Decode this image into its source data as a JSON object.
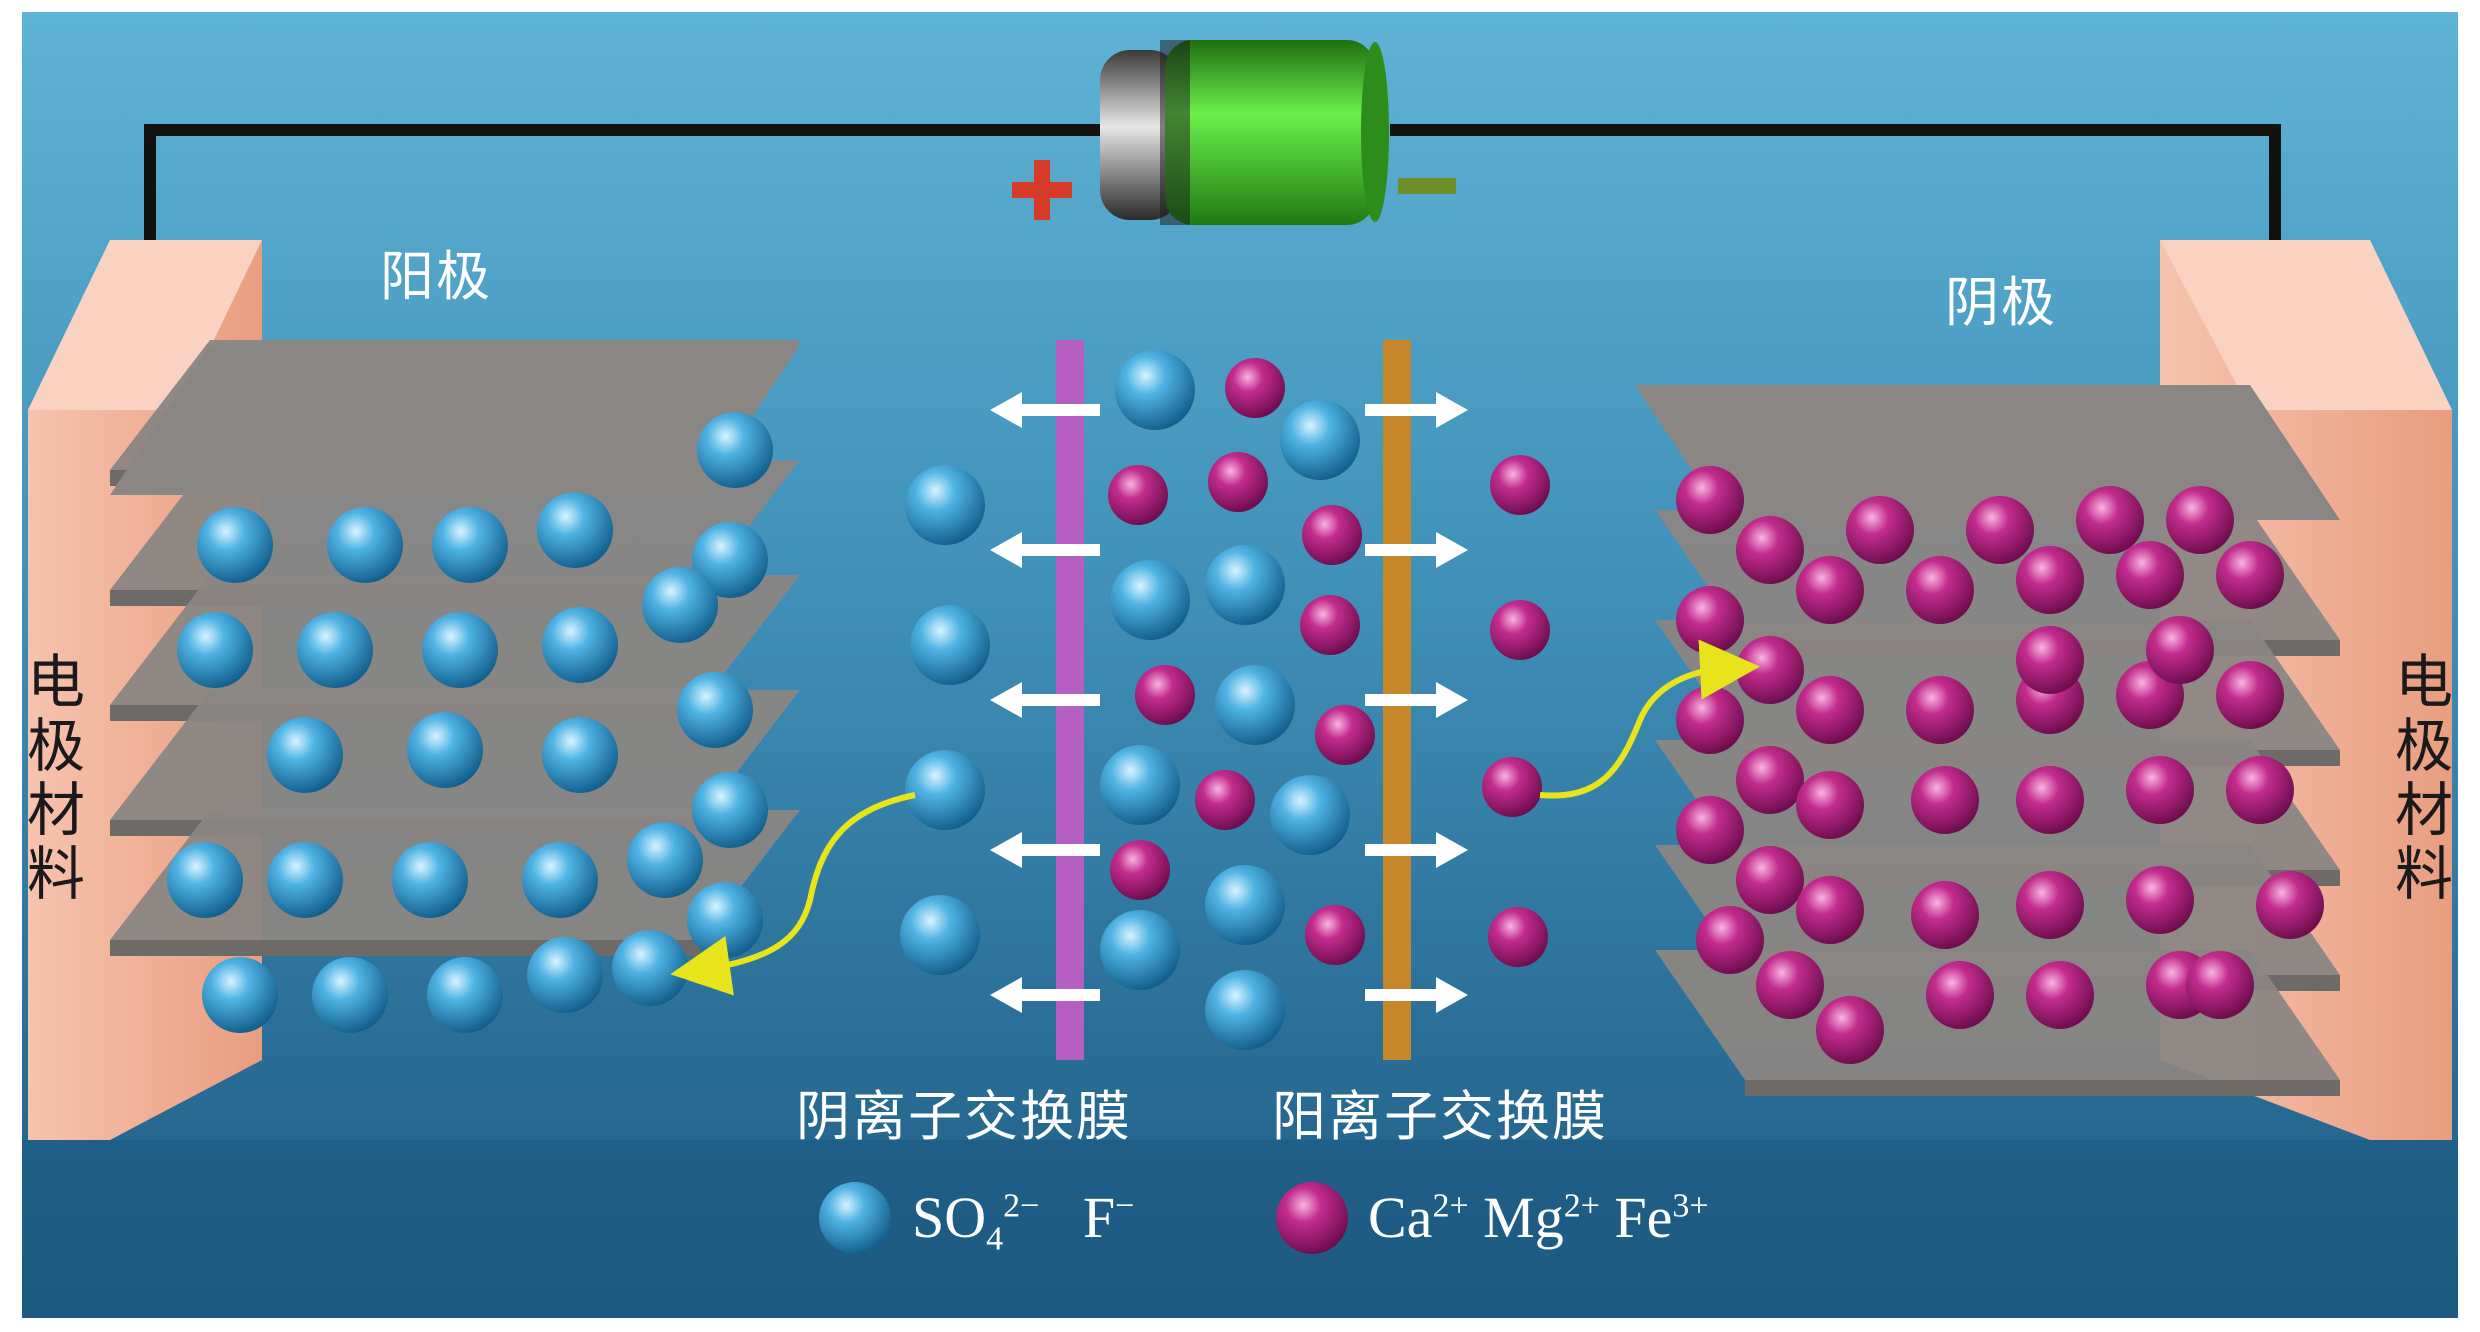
{
  "labels": {
    "anode": "阳极",
    "cathode": "阴极",
    "electrode_material": "电极材料",
    "anion_membrane": "阴离子交换膜",
    "cation_membrane": "阳离子交换膜",
    "plus_sign": "+",
    "minus_sign": "−"
  },
  "legend": {
    "anion_main": "SO",
    "anion_sub": "4",
    "anion_sup": "2−",
    "anion_f": "F",
    "anion_f_sup": "−",
    "cation_ca": "Ca",
    "cation_ca_sup": "2+",
    "cation_mg": "Mg",
    "cation_mg_sup": "2+",
    "cation_fe": "Fe",
    "cation_fe_sup": "3+"
  },
  "colors": {
    "water_dark": "#1f5f88",
    "water_light": "#5fb3d4",
    "frame": "#ffffff",
    "electrode": "#f2b29a",
    "plate": "#8a8683",
    "anion": "#3aa2d6",
    "cation": "#c2288a",
    "anion_membrane": "#b55fc3",
    "cation_membrane": "#c6862a",
    "arrow": "#ffffff",
    "migration_arrow": "#e8e41c",
    "battery_green": "#47d62a",
    "plus": "#d83a2a",
    "minus": "#6e8e2a",
    "wire": "#111111"
  }
}
